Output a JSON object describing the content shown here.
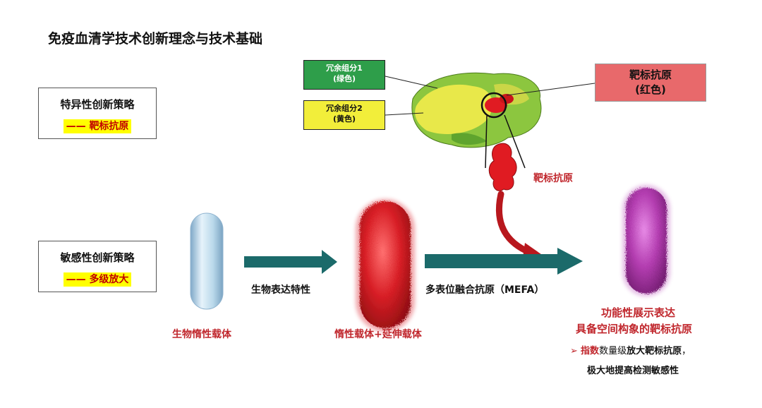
{
  "title": "免疫血清学技术创新理念与技术基础",
  "strategy_specific": {
    "label": "特异性创新策略",
    "dash": "——",
    "sub": "靶标抗原"
  },
  "strategy_sensitive": {
    "label": "敏感性创新策略",
    "dash": "——",
    "sub": "多级放大"
  },
  "component1": {
    "line1": "冗余组分1",
    "line2": "(绿色)",
    "color": "#2e9e4a"
  },
  "component2": {
    "line1": "冗余组分2",
    "line2": "(黄色)",
    "color": "#f2ee3a"
  },
  "target_antigen_box": {
    "line1": "靶标抗原",
    "line2": "(红色)",
    "color": "#e8696b"
  },
  "target_antigen_label": "靶标抗原",
  "carrier1_label": "生物惰性载体",
  "arrow1_label": "生物表达特性",
  "carrier2_label": "惰性载体+延伸载体",
  "arrow2_label": "多表位融合抗原（MEFA）",
  "result_line1": "功能性展示表达",
  "result_line2": "具备空间构象的靶标抗原",
  "note": {
    "bullet": "➢",
    "highlight": "指数",
    "part1": "数量级",
    "bold1": "放大靶标抗原",
    "comma": "，",
    "line2": "极大地提高检测敏感性"
  },
  "colors": {
    "arrow_teal": "#1b6a6a",
    "accent_red": "#c0262c",
    "highlight_yellow": "#ffff00"
  }
}
